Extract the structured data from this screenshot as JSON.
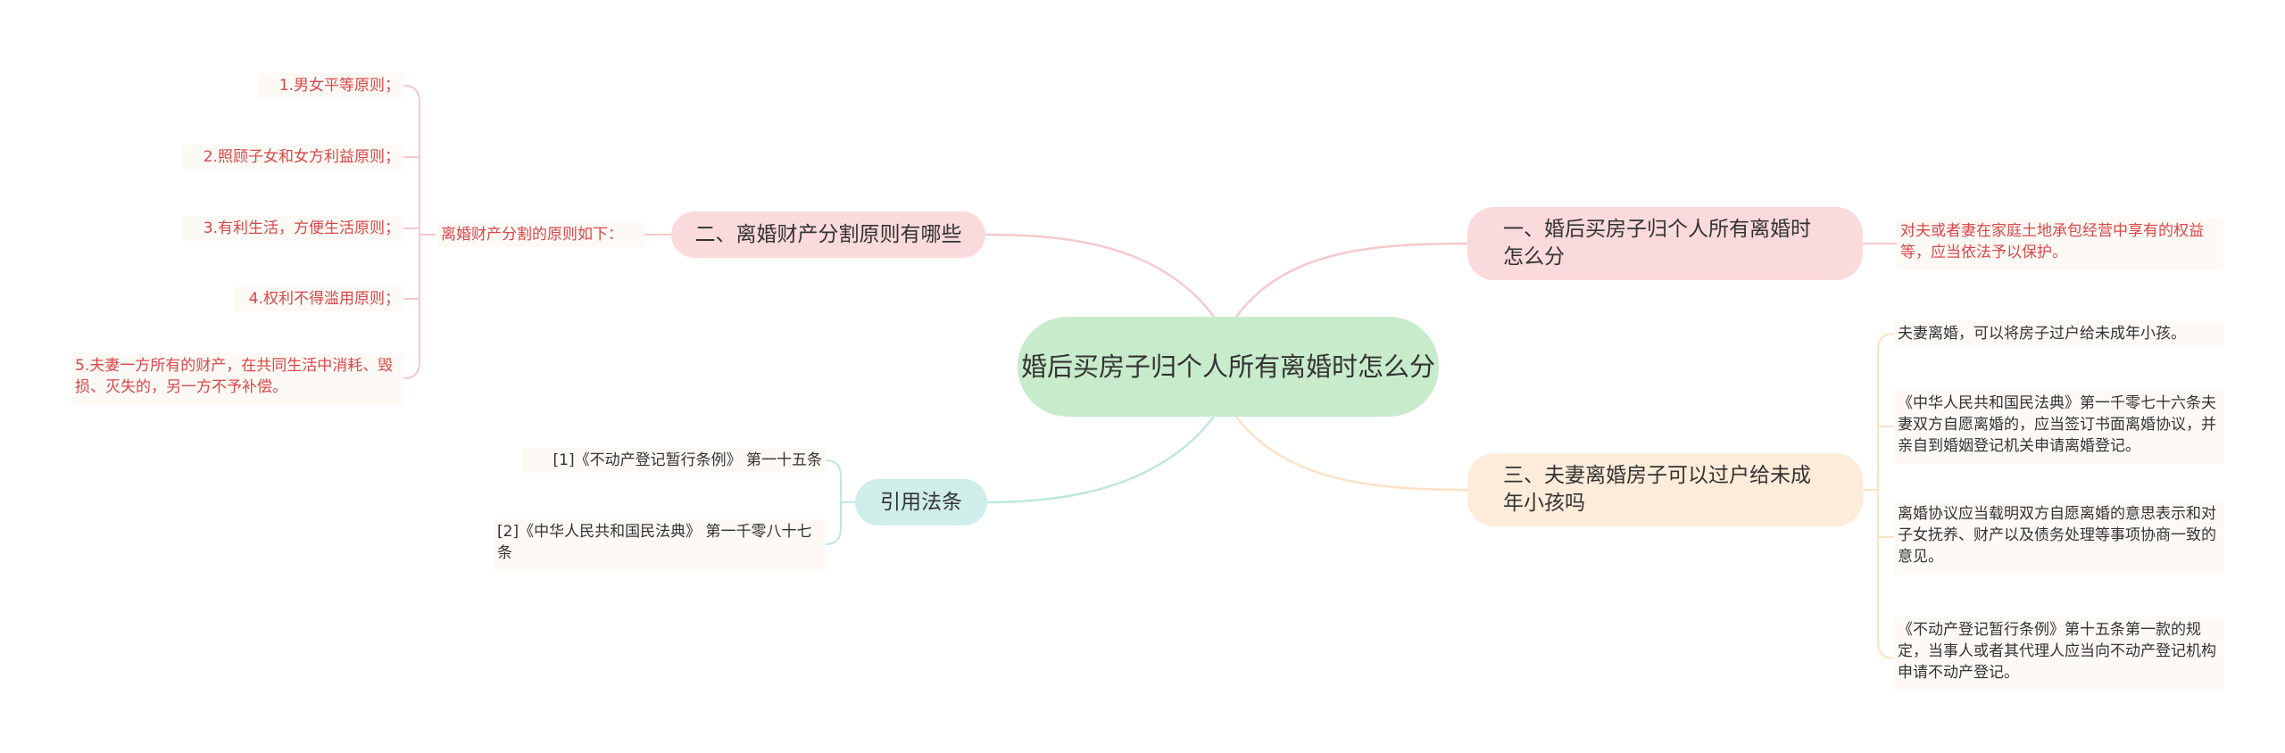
{
  "root": {
    "title": "婚后买房子归个人所有离婚时怎么分"
  },
  "branches": {
    "right1": {
      "title": "一、婚后买房子归个人所有离婚时怎么分",
      "leaf": "对夫或者妻在家庭土地承包经营中享有的权益等，应当依法予以保护。"
    },
    "left1": {
      "title": "二、离婚财产分割原则有哪些",
      "intro": "离婚财产分割的原则如下：",
      "items": [
        "1.男女平等原则；",
        "2.照顾子女和女方利益原则；",
        "3.有利生活，方便生活原则；",
        "4.权利不得滥用原则；",
        "5.夫妻一方所有的财产，在共同生活中消耗、毁损、灭失的，另一方不予补偿。"
      ]
    },
    "right3": {
      "title": "三、夫妻离婚房子可以过户给未成年小孩吗",
      "items": [
        "夫妻离婚，可以将房子过户给未成年小孩。",
        "《中华人民共和国民法典》第一千零七十六条夫妻双方自愿离婚的，应当签订书面离婚协议，并亲自到婚姻登记机关申请离婚登记。",
        "离婚协议应当载明双方自愿离婚的意思表示和对子女抚养、财产以及债务处理等事项协商一致的意见。",
        "《不动产登记暂行条例》第十五条第一款的规定，当事人或者其代理人应当向不动产登记机构申请不动产登记。"
      ]
    },
    "left2": {
      "title": "引用法条",
      "items": [
        "[1]《不动产登记暂行条例》 第一十五条",
        "[2]《中华人民共和国民法典》 第一千零八十七条"
      ]
    }
  },
  "colors": {
    "root_fill": "#c8ebcb",
    "pink_fill": "#fbdadb",
    "orange_fill": "#fdecd9",
    "teal_fill": "#cfeee9",
    "pink_line": "#f6c9cc",
    "orange_line": "#fbe2c6",
    "teal_line": "#bfe7df",
    "leaf_text_red": "#d9474a"
  }
}
